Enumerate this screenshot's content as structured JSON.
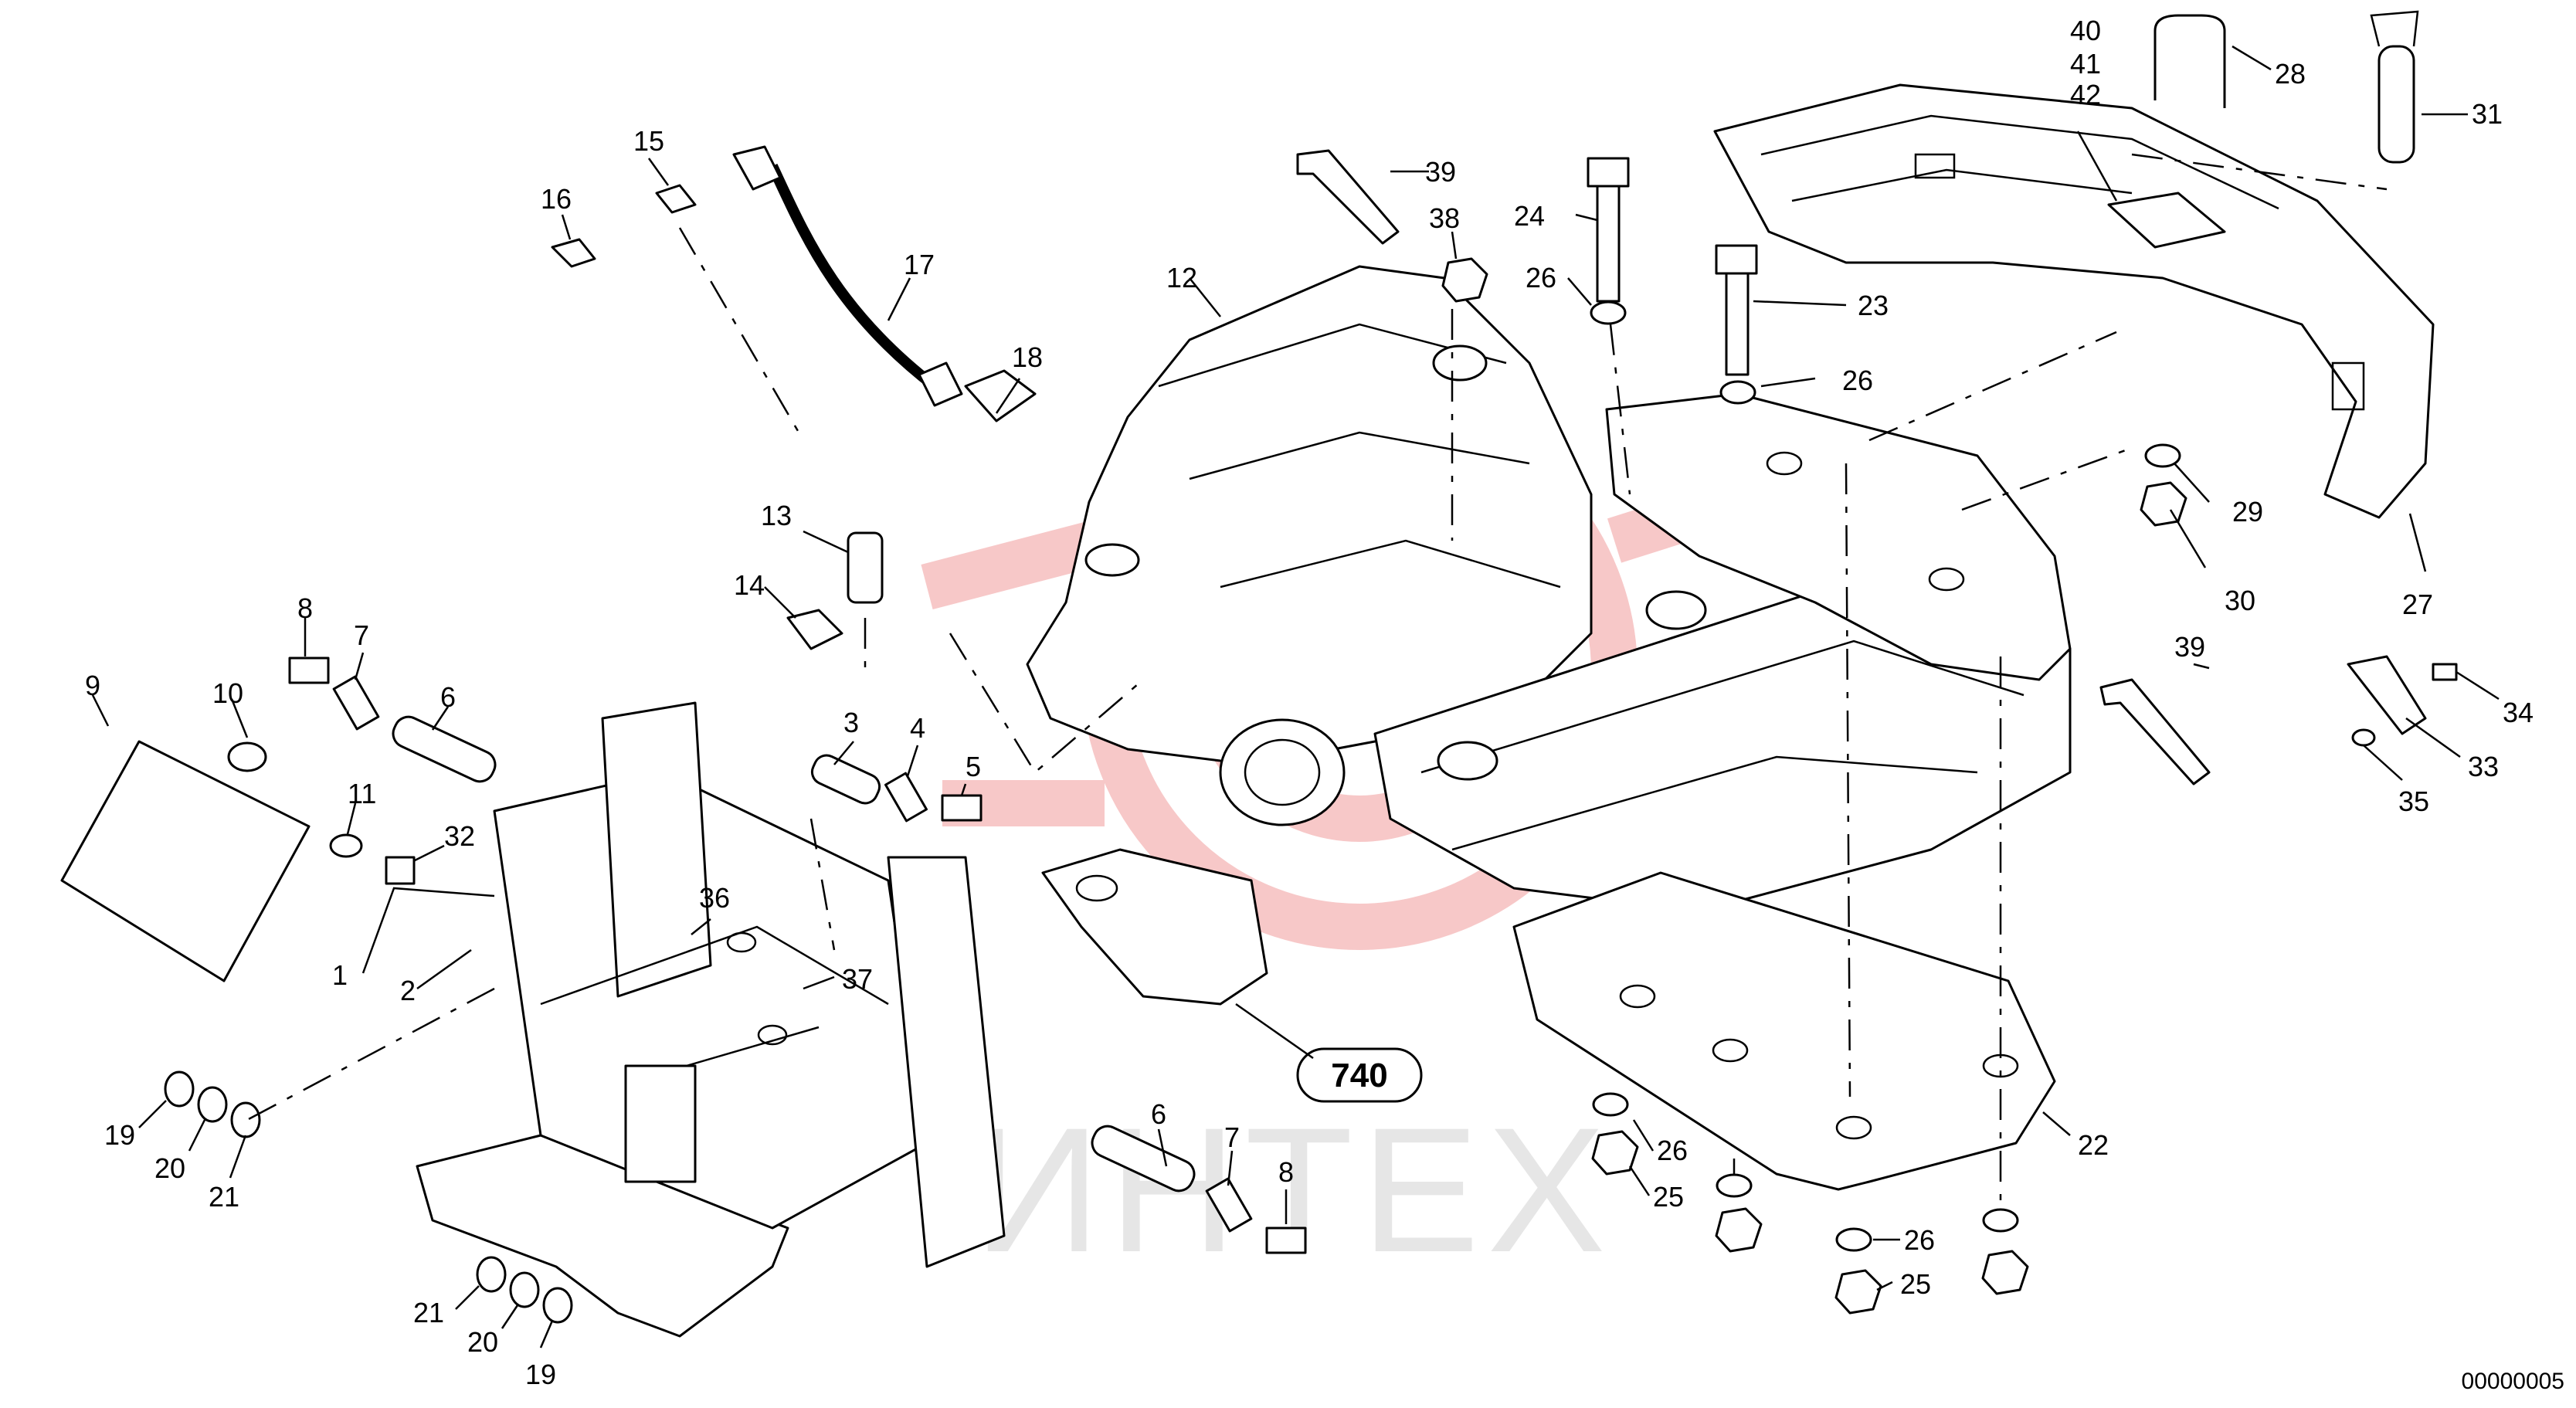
{
  "watermark": {
    "text": "ИНТЕХ",
    "color": "#e6e6e6",
    "logo_color": "#f7c8c8"
  },
  "reference_box": {
    "label": "740"
  },
  "drawing_id": "00000005",
  "callouts": [
    {
      "id": "c15",
      "label": "15"
    },
    {
      "id": "c16",
      "label": "16"
    },
    {
      "id": "c17",
      "label": "17"
    },
    {
      "id": "c18",
      "label": "18"
    },
    {
      "id": "c13",
      "label": "13"
    },
    {
      "id": "c14",
      "label": "14"
    },
    {
      "id": "c39a",
      "label": "39"
    },
    {
      "id": "c38",
      "label": "38"
    },
    {
      "id": "c24",
      "label": "24"
    },
    {
      "id": "c26a",
      "label": "26"
    },
    {
      "id": "c12",
      "label": "12"
    },
    {
      "id": "c23",
      "label": "23"
    },
    {
      "id": "c26b",
      "label": "26"
    },
    {
      "id": "c40",
      "label": "40"
    },
    {
      "id": "c41",
      "label": "41"
    },
    {
      "id": "c42",
      "label": "42"
    },
    {
      "id": "c28",
      "label": "28"
    },
    {
      "id": "c31",
      "label": "31"
    },
    {
      "id": "c29",
      "label": "29"
    },
    {
      "id": "c30",
      "label": "30"
    },
    {
      "id": "c27",
      "label": "27"
    },
    {
      "id": "c39b",
      "label": "39"
    },
    {
      "id": "c34",
      "label": "34"
    },
    {
      "id": "c33",
      "label": "33"
    },
    {
      "id": "c35",
      "label": "35"
    },
    {
      "id": "c9",
      "label": "9"
    },
    {
      "id": "c10",
      "label": "10"
    },
    {
      "id": "c8a",
      "label": "8"
    },
    {
      "id": "c7a",
      "label": "7"
    },
    {
      "id": "c6a",
      "label": "6"
    },
    {
      "id": "c11",
      "label": "11"
    },
    {
      "id": "c32",
      "label": "32"
    },
    {
      "id": "c3",
      "label": "3"
    },
    {
      "id": "c4",
      "label": "4"
    },
    {
      "id": "c5",
      "label": "5"
    },
    {
      "id": "c36",
      "label": "36"
    },
    {
      "id": "c37",
      "label": "37"
    },
    {
      "id": "c1",
      "label": "1"
    },
    {
      "id": "c2",
      "label": "2"
    },
    {
      "id": "c19a",
      "label": "19"
    },
    {
      "id": "c20a",
      "label": "20"
    },
    {
      "id": "c21a",
      "label": "21"
    },
    {
      "id": "c6b",
      "label": "6"
    },
    {
      "id": "c7b",
      "label": "7"
    },
    {
      "id": "c8b",
      "label": "8"
    },
    {
      "id": "c21b",
      "label": "21"
    },
    {
      "id": "c20b",
      "label": "20"
    },
    {
      "id": "c19b",
      "label": "19"
    },
    {
      "id": "c26c",
      "label": "26"
    },
    {
      "id": "c25a",
      "label": "25"
    },
    {
      "id": "c26d",
      "label": "26"
    },
    {
      "id": "c25b",
      "label": "25"
    },
    {
      "id": "c22",
      "label": "22"
    }
  ]
}
